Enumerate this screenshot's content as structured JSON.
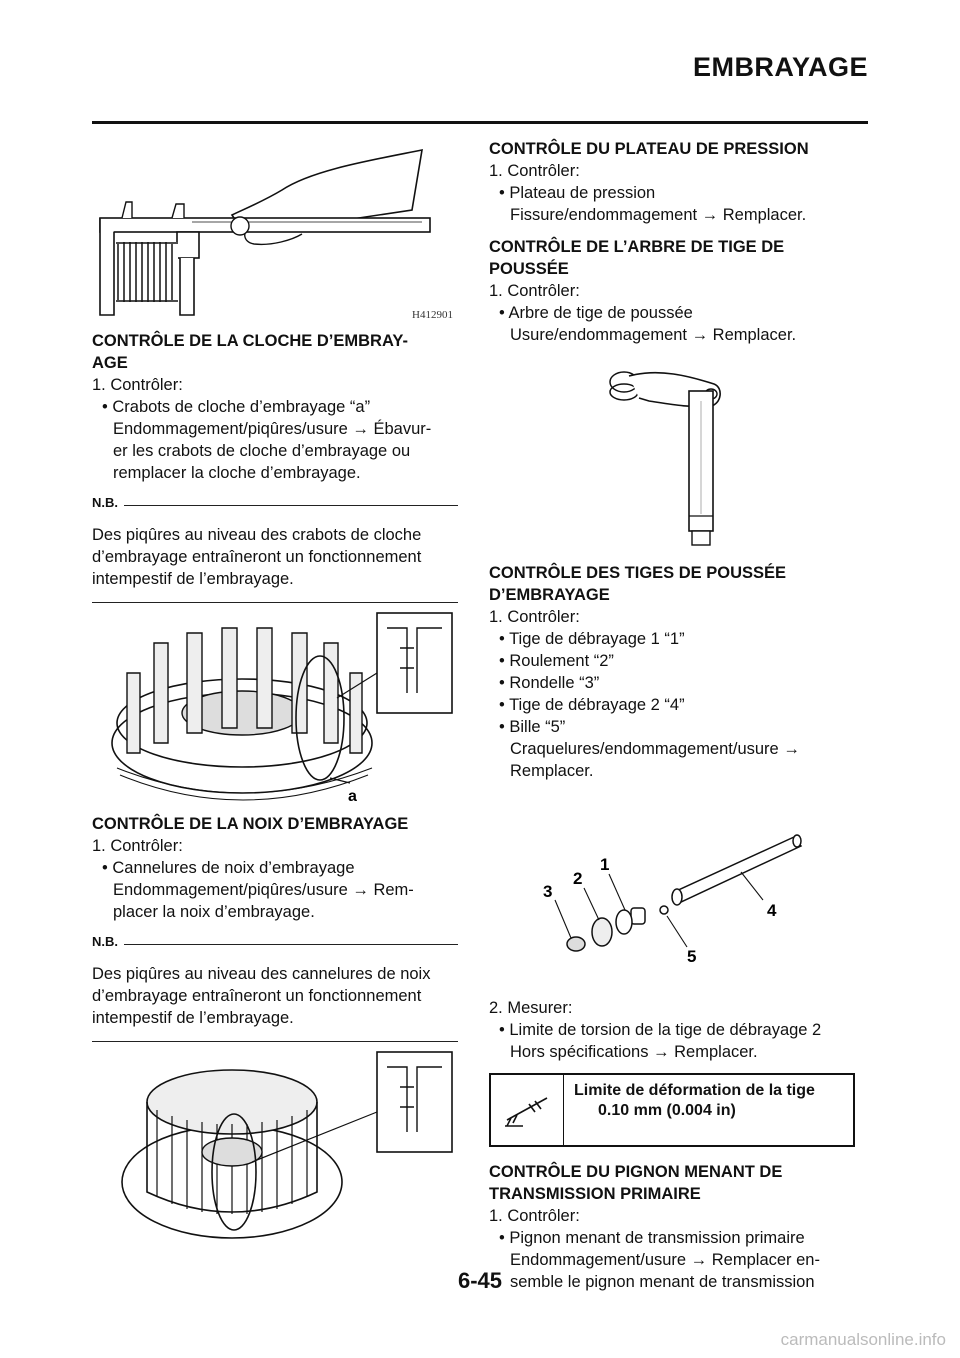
{
  "header": {
    "title": "EMBRAYAGE"
  },
  "left": {
    "fig1_code": "H412901",
    "sec1": {
      "title_l1": "CONTRÔLE DE LA CLOCHE D’EMBRAY-",
      "title_l2": "AGE",
      "step": "1.  Contrôler:",
      "bullet": "• Crabots de cloche d’embrayage “a”",
      "lines": [
        "Endommagement/piqûres/usure → Ébavur-",
        "er les crabots de cloche d’embrayage ou",
        "remplacer la cloche d’embrayage."
      ],
      "nb_label": "N.B.",
      "nb_lines": [
        "Des piqûres au niveau des crabots de cloche",
        "d’embrayage entraîneront un fonctionnement",
        "intempestif de l’embrayage."
      ]
    },
    "fig2_label": "a",
    "sec2": {
      "title": "CONTRÔLE DE LA NOIX D’EMBRAYAGE",
      "step": "1.  Contrôler:",
      "bullet": "• Cannelures de noix d’embrayage",
      "lines": [
        "Endommagement/piqûres/usure → Rem-",
        "placer la noix d’embrayage."
      ],
      "nb_label": "N.B.",
      "nb_lines": [
        "Des piqûres au niveau des cannelures de noix",
        "d’embrayage entraîneront un fonctionnement",
        "intempestif de l’embrayage."
      ]
    }
  },
  "right": {
    "sec1": {
      "title": "CONTRÔLE DU PLATEAU DE PRESSION",
      "step": "1.  Contrôler:",
      "bullet": "• Plateau de pression",
      "line": "Fissure/endommagement → Remplacer."
    },
    "sec2": {
      "title_l1": "CONTRÔLE DE L’ARBRE DE TIGE DE",
      "title_l2": "POUSSÉE",
      "step": "1.  Contrôler:",
      "bullet": "• Arbre de tige de poussée",
      "line": "Usure/endommagement → Remplacer."
    },
    "sec3": {
      "title_l1": "CONTRÔLE DES TIGES DE POUSSÉE",
      "title_l2": "D’EMBRAYAGE",
      "step": "1.  Contrôler:",
      "bullets": [
        "• Tige de débrayage 1 “1”",
        "• Roulement “2”",
        "• Rondelle “3”",
        "• Tige de débrayage 2 “4”",
        "• Bille “5”"
      ],
      "lines": [
        "Craquelures/endommagement/usure →",
        "Remplacer."
      ]
    },
    "fig_labels": {
      "l1": "1",
      "l2": "2",
      "l3": "3",
      "l4": "4",
      "l5": "5"
    },
    "sec4": {
      "step": "2.  Mesurer:",
      "bullet": "• Limite de torsion de la tige de débrayage 2",
      "line": "Hors spécifications → Remplacer.",
      "spec_title": "Limite de déformation de la tige",
      "spec_value": "0.10 mm (0.004 in)"
    },
    "sec5": {
      "title_l1": "CONTRÔLE DU PIGNON MENANT DE",
      "title_l2": "TRANSMISSION PRIMAIRE",
      "step": "1.  Contrôler:",
      "bullet": "• Pignon menant de transmission primaire",
      "lines": [
        "Endommagement/usure → Remplacer en-",
        "semble le pignon menant de transmission"
      ]
    }
  },
  "footer": {
    "page_number": "6-45",
    "watermark": "carmanualsonline.info"
  }
}
